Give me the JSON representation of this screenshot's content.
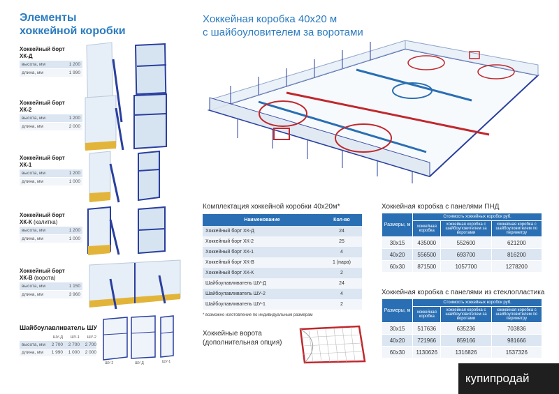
{
  "left_title": [
    "Элементы",
    "хоккейной коробки"
  ],
  "right_title": [
    "Хоккейная коробка 40х20 м",
    "с шайбоуловителем за воротами"
  ],
  "labels": {
    "height": "высота, мм",
    "length": "длина, мм"
  },
  "items": [
    {
      "name": "Хоккейный борт",
      "code": "ХК-Д",
      "sub": "",
      "height": "1 200",
      "length": "1 990"
    },
    {
      "name": "Хоккейный борт",
      "code": "ХК-2",
      "sub": "",
      "height": "1 200",
      "length": "2 000"
    },
    {
      "name": "Хоккейный борт",
      "code": "ХК-1",
      "sub": "",
      "height": "1 200",
      "length": "1 000"
    },
    {
      "name": "Хоккейный борт",
      "code": "ХК-К",
      "sub": "(калитка)",
      "height": "1 200",
      "length": "1 000"
    },
    {
      "name": "Хоккейный борт",
      "code": "ХК-В",
      "sub": "(ворота)",
      "height": "1 150",
      "length": "3 960"
    }
  ],
  "shu": {
    "title": "Шайбоулавливатель ШУ",
    "cols": [
      "ШУ-Д",
      "ШУ-1",
      "ШУ-2"
    ],
    "height": [
      "2 700",
      "2 700",
      "2 700"
    ],
    "length": [
      "1 990",
      "1 000",
      "2 000"
    ],
    "img_labels": [
      "ШУ-2",
      "ШУ-Д",
      "ШУ-1"
    ]
  },
  "kit": {
    "title": "Комплектация хоккейной коробки 40х20м*",
    "headers": [
      "Наименование",
      "Кол-во"
    ],
    "rows": [
      [
        "Хоккейный борт ХК-Д",
        "24"
      ],
      [
        "Хоккейный борт ХК-2",
        "25"
      ],
      [
        "Хоккейный борт ХК-1",
        "4"
      ],
      [
        "Хоккейный борт ХК-В",
        "1 (пара)"
      ],
      [
        "Хоккейный борт ХК-К",
        "2"
      ],
      [
        "Шайбоулавливатель ШУ-Д",
        "24"
      ],
      [
        "Шайбоулавливатель ШУ-2",
        "4"
      ],
      [
        "Шайбоулавливатель ШУ-1",
        "2"
      ]
    ],
    "note": "* возможно изготовление по индивидуальным размерам"
  },
  "gates": [
    "Хоккейные ворота",
    "(дополнительная опция)"
  ],
  "pnd": {
    "title": "Хоккейная коробка с панелями ПНД",
    "size_header": "Размеры, м",
    "cost_header": "Стоимость хоккейных коробок руб.",
    "sub_headers": [
      "хоккейная коробка",
      "хоккейная коробка с шайбоуловителем за воротами",
      "хоккейная коробка с шайбоуловителем по периметру"
    ],
    "rows": [
      [
        "30х15",
        "435000",
        "552600",
        "621200"
      ],
      [
        "40х20",
        "556500",
        "693700",
        "816200"
      ],
      [
        "60х30",
        "871500",
        "1057700",
        "1278200"
      ]
    ]
  },
  "glass": {
    "title": "Хоккейная коробка с панелями из стеклопластика",
    "size_header": "Размеры, м",
    "cost_header": "Стоимость хоккейных коробок руб.",
    "sub_headers": [
      "хоккейная коробка",
      "хоккейная коробка с шайбоуловителем за воротами",
      "хоккейная коробка с шайбоуловителем по периметру"
    ],
    "rows": [
      [
        "30х15",
        "517636",
        "635236",
        "703836"
      ],
      [
        "40х20",
        "721966",
        "859166",
        "981666"
      ],
      [
        "60х30",
        "1130626",
        "1316826",
        "1537326"
      ]
    ]
  },
  "logo": "купипродай",
  "colors": {
    "accent": "#2a7bbf",
    "header_blue": "#2a6fb3",
    "frame_blue": "#2a3f9e",
    "yellow": "#e2b53a",
    "rink_red": "#c0282d"
  }
}
